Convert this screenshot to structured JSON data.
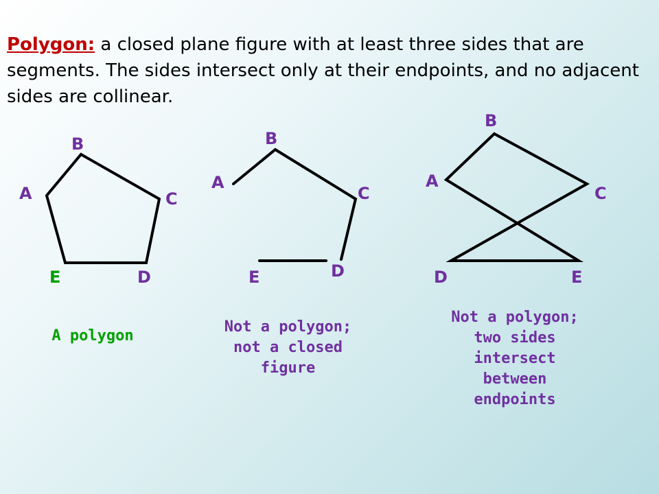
{
  "definition": {
    "term": "Polygon:",
    "text": " a closed plane figure with at least three sides that are segments. The sides intersect only at their endpoints, and no adjacent sides are collinear."
  },
  "figures": [
    {
      "labels": {
        "A": "A",
        "B": "B",
        "C": "C",
        "D": "D",
        "E": "E"
      },
      "caption": "A polygon"
    },
    {
      "labels": {
        "A": "A",
        "B": "B",
        "C": "C",
        "D": "D",
        "E": "E"
      },
      "caption": "Not a polygon; not a closed figure"
    },
    {
      "labels": {
        "A": "A",
        "B": "B",
        "C": "C",
        "D": "D",
        "E": "E"
      },
      "caption": "Not a polygon; two sides intersect between endpoints"
    }
  ],
  "colors": {
    "term": "#c00000",
    "label_purple": "#7030a0",
    "label_green": "#00a000",
    "caption_purple": "#7030a0",
    "caption_green": "#00a000"
  }
}
